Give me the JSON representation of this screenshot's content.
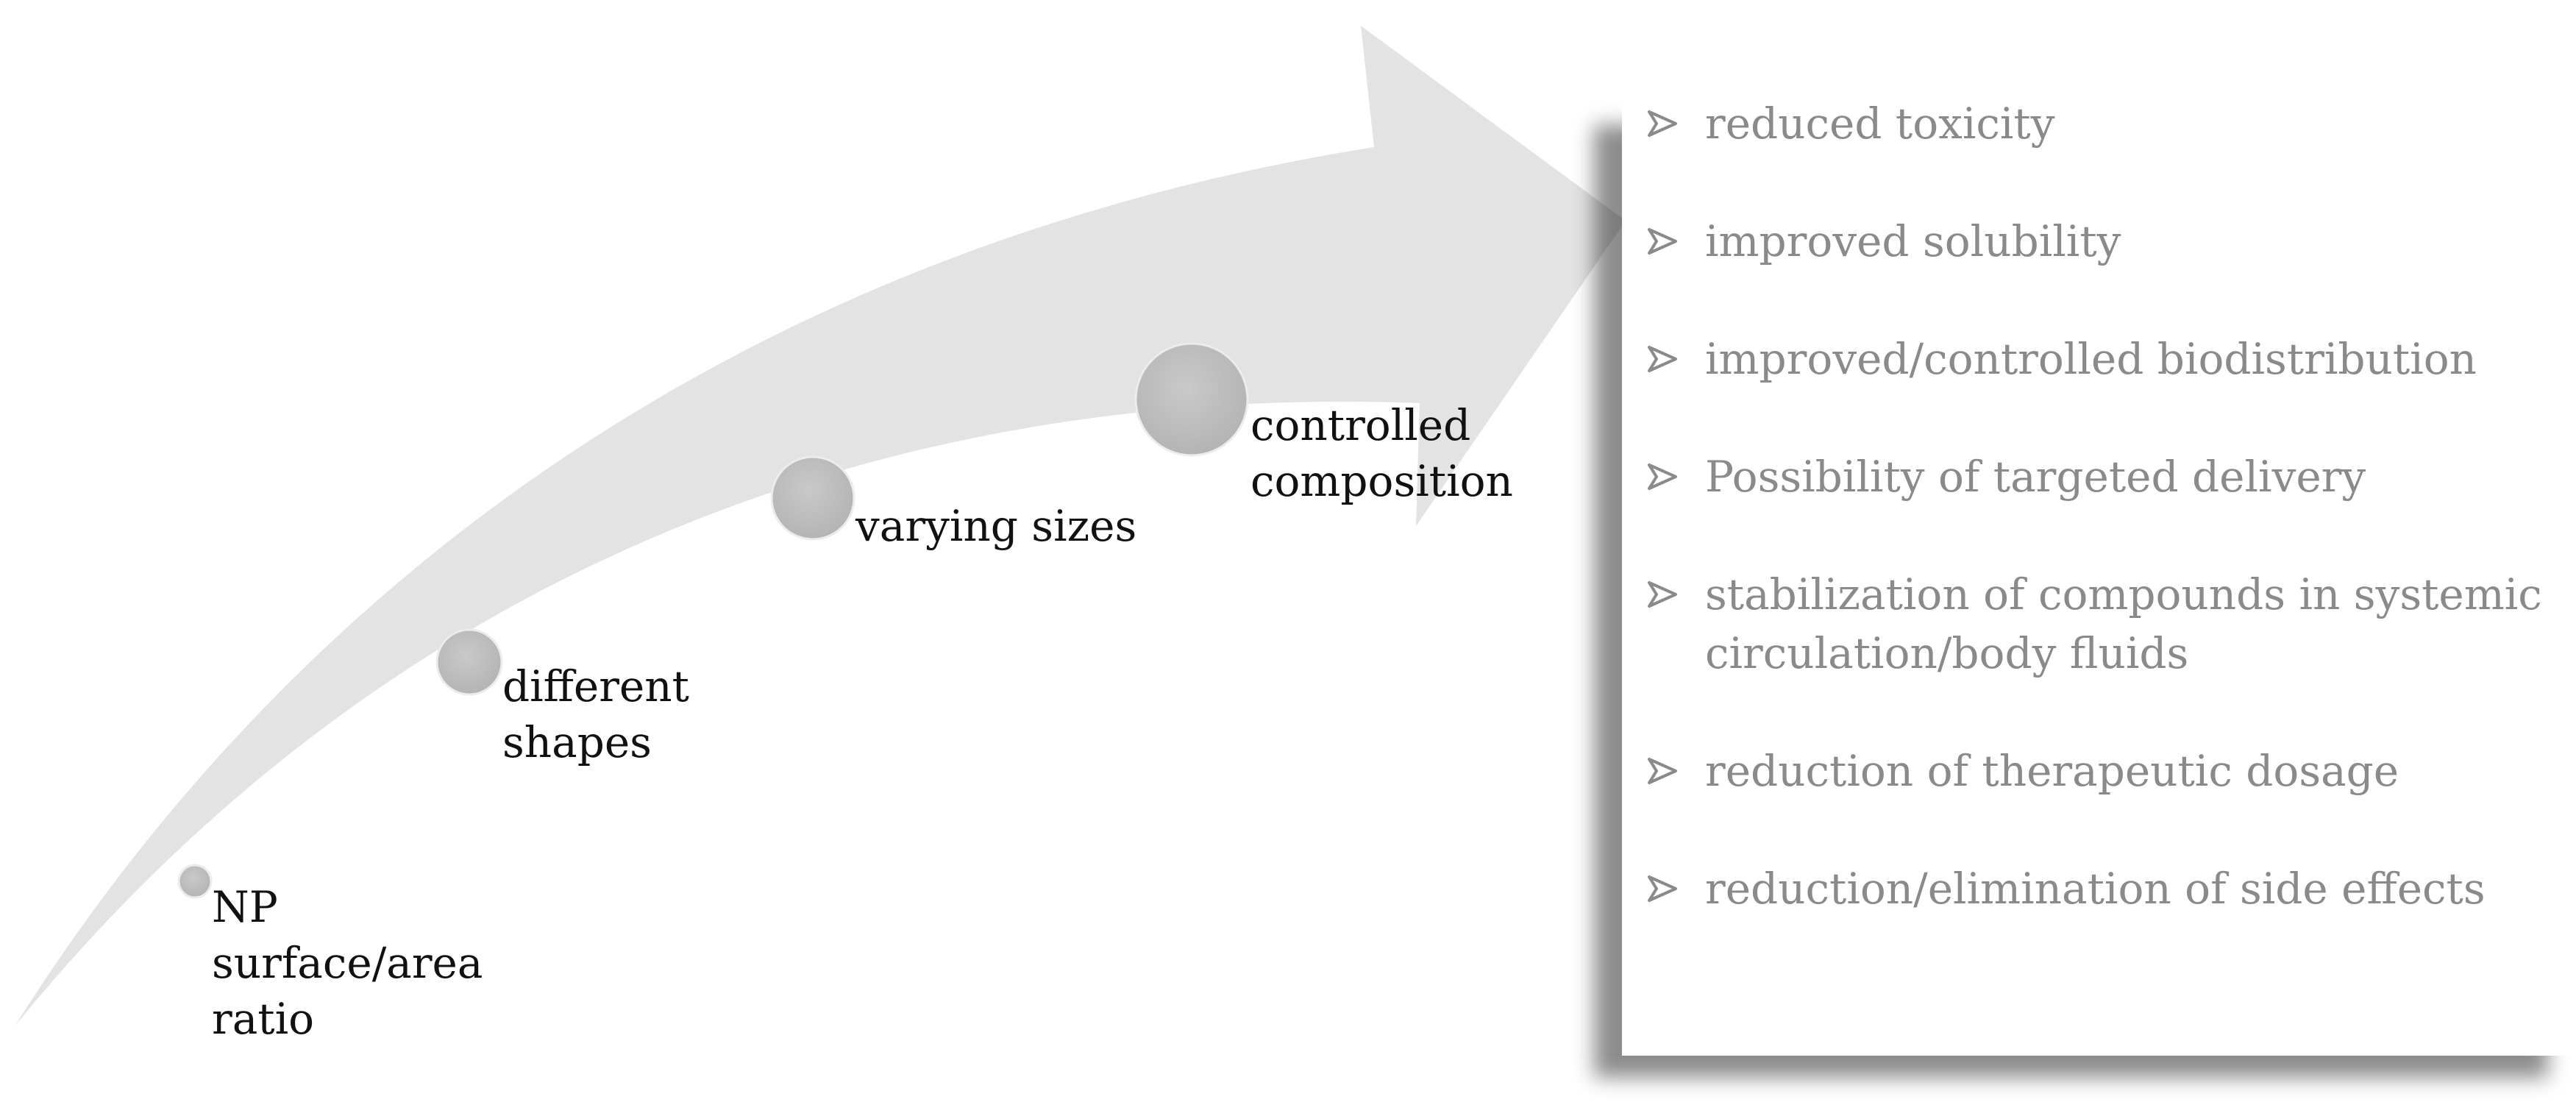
{
  "steps": [
    {
      "id": "np-ratio",
      "lines": [
        "NP",
        "surface/area",
        "ratio"
      ]
    },
    {
      "id": "shapes",
      "lines": [
        "different",
        "shapes"
      ]
    },
    {
      "id": "sizes",
      "lines": [
        "varying sizes"
      ]
    },
    {
      "id": "composition",
      "lines": [
        "controlled",
        "composition"
      ]
    }
  ],
  "benefits": [
    {
      "lines": [
        "reduced toxicity"
      ]
    },
    {
      "lines": [
        "improved  solubility"
      ]
    },
    {
      "lines": [
        "improved/controlled  biodistribution"
      ]
    },
    {
      "lines": [
        "Possibility  of targeted delivery"
      ]
    },
    {
      "lines": [
        "stabilization of compounds in systemic",
        "circulation/body  fluids"
      ]
    },
    {
      "lines": [
        "reduction of therapeutic dosage"
      ]
    },
    {
      "lines": [
        "reduction/elimination  of side effects"
      ]
    }
  ],
  "colors": {
    "arrow": "#e3e3e3",
    "node": "#bdbdbd",
    "step_text": "#111111",
    "benefit_text": "#8a8a8a",
    "bullet": "#8a8a8a"
  },
  "bullet_icon": "arrowhead-bullet-icon"
}
